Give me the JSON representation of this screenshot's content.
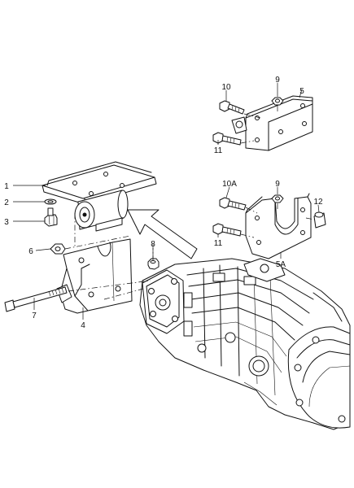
{
  "callouts": {
    "c1": "1",
    "c2": "2",
    "c3": "3",
    "c4": "4",
    "c5": "5",
    "c5a": "5A",
    "c6": "6",
    "c7": "7",
    "c8": "8",
    "c9a": "9",
    "c9b": "9",
    "c10": "10",
    "c10a": "10A",
    "c11a": "11",
    "c11b": "11",
    "c12": "12"
  }
}
